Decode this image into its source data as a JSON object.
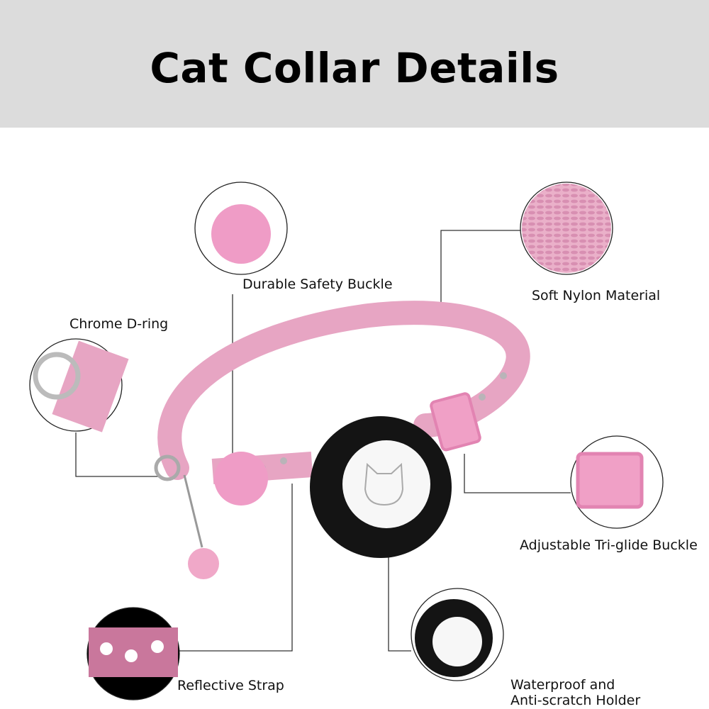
{
  "header": {
    "title": "Cat Collar Details"
  },
  "features": [
    {
      "label": "Durable Safety Buckle",
      "icon": "safety-buckle"
    },
    {
      "label": "Soft Nylon Material",
      "icon": "nylon-texture"
    },
    {
      "label": "Chrome D-ring",
      "icon": "d-ring"
    },
    {
      "label": "Adjustable Tri-glide Buckle",
      "icon": "tri-glide"
    },
    {
      "label": "Reflective Strap",
      "icon": "paw-print"
    },
    {
      "label": "Waterproof and",
      "label2": "Anti-scratch Holder",
      "icon": "airtag-holder"
    }
  ],
  "colors": {
    "pink": "#e9a6c4",
    "pink_dark": "#d98cb0",
    "holder": "#141414",
    "header_bg": "#dcdcdc"
  }
}
